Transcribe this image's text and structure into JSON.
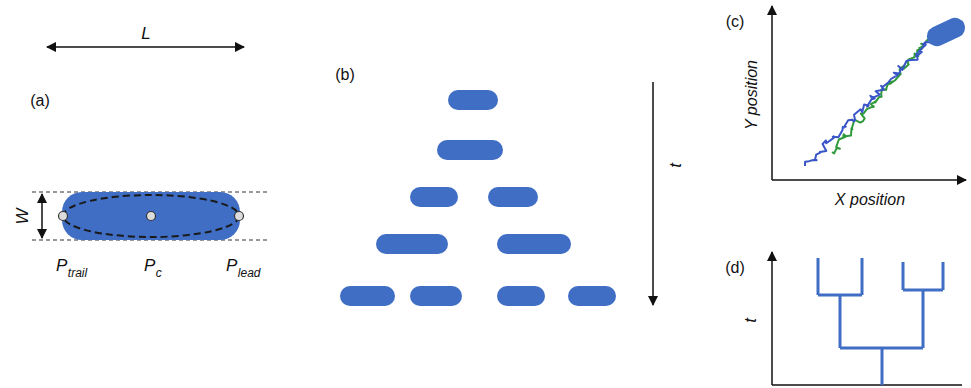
{
  "diagram": {
    "labels": [
      "(a)",
      "L",
      "W",
      "P",
      "trail",
      "P",
      "c",
      "P",
      "lead",
      "(b)",
      "t",
      "(c)",
      "Y position",
      "X position",
      "(d)",
      "t"
    ]
  }
}
